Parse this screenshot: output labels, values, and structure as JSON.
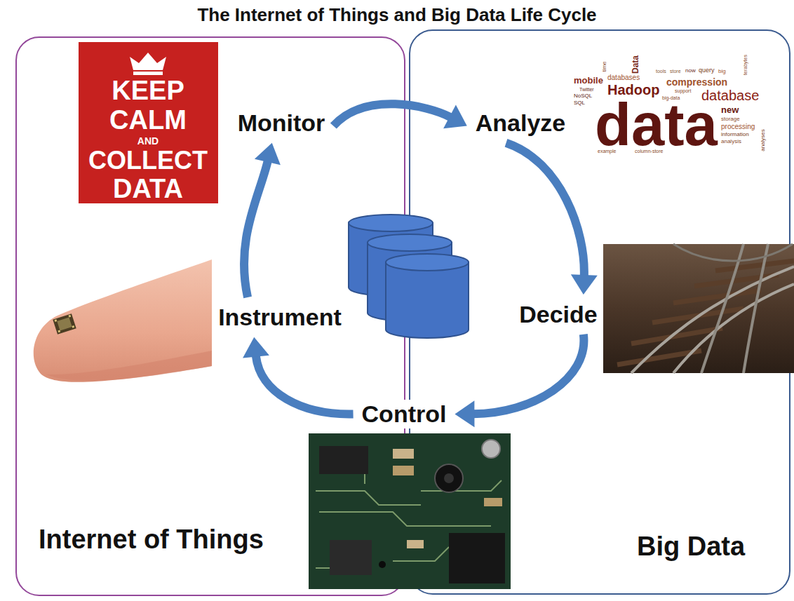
{
  "diagram": {
    "title": "The Internet of Things and Big Data Life Cycle",
    "nodes": [
      {
        "text": [
          "Internet of Things"
        ]
      },
      {
        "text": [
          "Monitor"
        ],
        "in": 0
      },
      {
        "text": [
          "Instrument"
        ],
        "in": 0
      },
      {
        "text": [
          "Big Data"
        ]
      },
      {
        "text": [
          "Analyze"
        ],
        "in": 3
      },
      {
        "text": [
          "Decide"
        ],
        "in": 3
      },
      {
        "text": [
          "Control"
        ]
      }
    ],
    "edges": [
      {
        "from": 1,
        "to": 4,
        "arrow": "to"
      },
      {
        "from": 4,
        "to": 5,
        "arrow": "to"
      },
      {
        "from": 5,
        "to": 6,
        "arrow": "to"
      },
      {
        "from": 6,
        "to": 2,
        "arrow": "to"
      },
      {
        "from": 2,
        "to": 1,
        "arrow": "to"
      }
    ],
    "labels": [
      "KEEP",
      "CALM",
      "AND",
      "COLLECT",
      "DATA",
      "Data",
      "time",
      "mobile",
      "databases",
      "tools",
      "store",
      "now",
      "query",
      "big",
      "terabytes",
      "compression",
      "Twitter",
      "NoSQL",
      "SQL",
      "Hadoop",
      "support",
      "big-data",
      "database",
      "data",
      "new",
      "storage",
      "processing",
      "information",
      "analysis",
      "analyses",
      "example",
      "column-store"
    ]
  }
}
